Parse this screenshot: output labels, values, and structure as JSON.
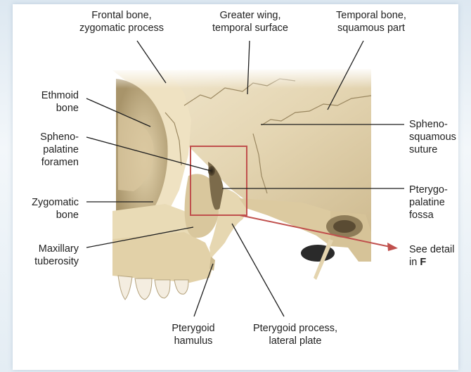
{
  "labels": {
    "frontal_zygomatic": "Frontal bone,\nzygomatic process",
    "greater_wing": "Greater wing,\ntemporal surface",
    "temporal_squamous": "Temporal bone,\nsquamous part",
    "ethmoid": "Ethmoid\nbone",
    "sphenopalatine_foramen": "Spheno-\npalatine\nforamen",
    "zygomatic_bone": "Zygomatic\nbone",
    "maxillary_tuberosity": "Maxillary\ntuberosity",
    "sphenosquamous_suture": "Spheno-\nsquamous\nsuture",
    "pterygopalatine_fossa": "Pterygo-\npalatine\nfossa",
    "see_detail_prefix": "See detail\nin ",
    "see_detail_ref": "F",
    "pterygoid_hamulus": "Pterygoid\nhamulus",
    "pterygoid_lateral_plate": "Pterygoid process,\nlateral plate"
  },
  "colors": {
    "bone_light": "#efe3c6",
    "bone_mid": "#dccba3",
    "bone_dark": "#b8a57c",
    "shadow": "#8a7a58",
    "detail_box": "#c0504d",
    "leader": "#1f1f1f"
  }
}
